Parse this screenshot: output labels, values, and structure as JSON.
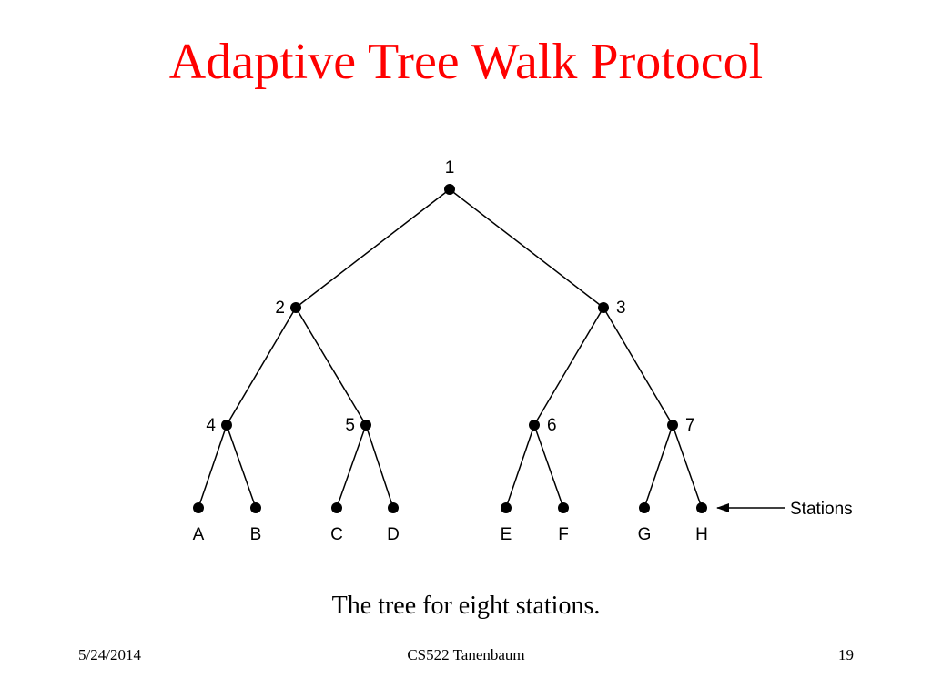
{
  "slide": {
    "title": "Adaptive Tree Walk Protocol",
    "caption": "The tree for eight stations."
  },
  "diagram": {
    "nodes": [
      {
        "id": "1",
        "label": "1"
      },
      {
        "id": "2",
        "label": "2"
      },
      {
        "id": "3",
        "label": "3"
      },
      {
        "id": "4",
        "label": "4"
      },
      {
        "id": "5",
        "label": "5"
      },
      {
        "id": "6",
        "label": "6"
      },
      {
        "id": "7",
        "label": "7"
      },
      {
        "id": "A",
        "label": "A"
      },
      {
        "id": "B",
        "label": "B"
      },
      {
        "id": "C",
        "label": "C"
      },
      {
        "id": "D",
        "label": "D"
      },
      {
        "id": "E",
        "label": "E"
      },
      {
        "id": "F",
        "label": "F"
      },
      {
        "id": "G",
        "label": "G"
      },
      {
        "id": "H",
        "label": "H"
      }
    ],
    "edges": [
      [
        "1",
        "2"
      ],
      [
        "1",
        "3"
      ],
      [
        "2",
        "4"
      ],
      [
        "2",
        "5"
      ],
      [
        "3",
        "6"
      ],
      [
        "3",
        "7"
      ],
      [
        "4",
        "A"
      ],
      [
        "4",
        "B"
      ],
      [
        "5",
        "C"
      ],
      [
        "5",
        "D"
      ],
      [
        "6",
        "E"
      ],
      [
        "6",
        "F"
      ],
      [
        "7",
        "G"
      ],
      [
        "7",
        "H"
      ]
    ],
    "stations_label": "Stations"
  },
  "footer": {
    "date": "5/24/2014",
    "course": "CS522 Tanenbaum",
    "page": "19"
  }
}
